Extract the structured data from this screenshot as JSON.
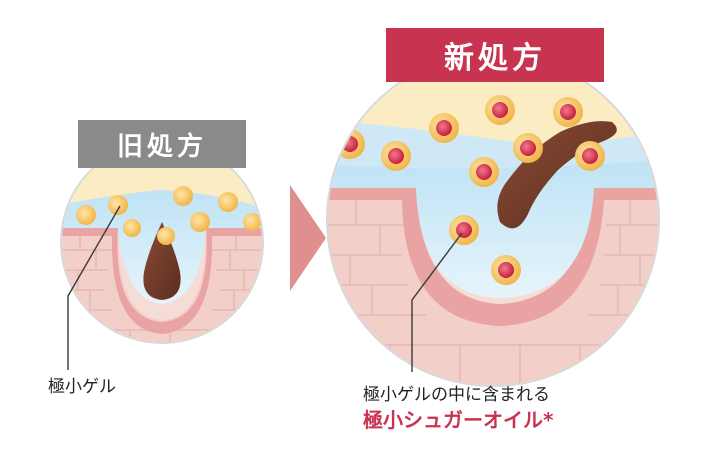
{
  "old": {
    "tag_label": "旧処方",
    "caption": "極小ゲル"
  },
  "new": {
    "tag_label": "新処方",
    "caption_line1": "極小ゲルの中に含まれる",
    "caption_line2": "極小シュガーオイル*"
  },
  "colors": {
    "old_tag": "#8a8a8a",
    "new_tag": "#c8334f",
    "arrow": "#e08f8f",
    "skin": "#f4d9d3",
    "skin_line": "#e3b2ad",
    "skin_pink_band": "#e9a7a6",
    "cream": "#fbecc3",
    "gel_blue": "#cfe8f5",
    "oil_gold": "#f5c15a",
    "oil_red": "#d9344f",
    "sebum": "#6d3a2a",
    "circle_border": "#dcdcdc"
  }
}
